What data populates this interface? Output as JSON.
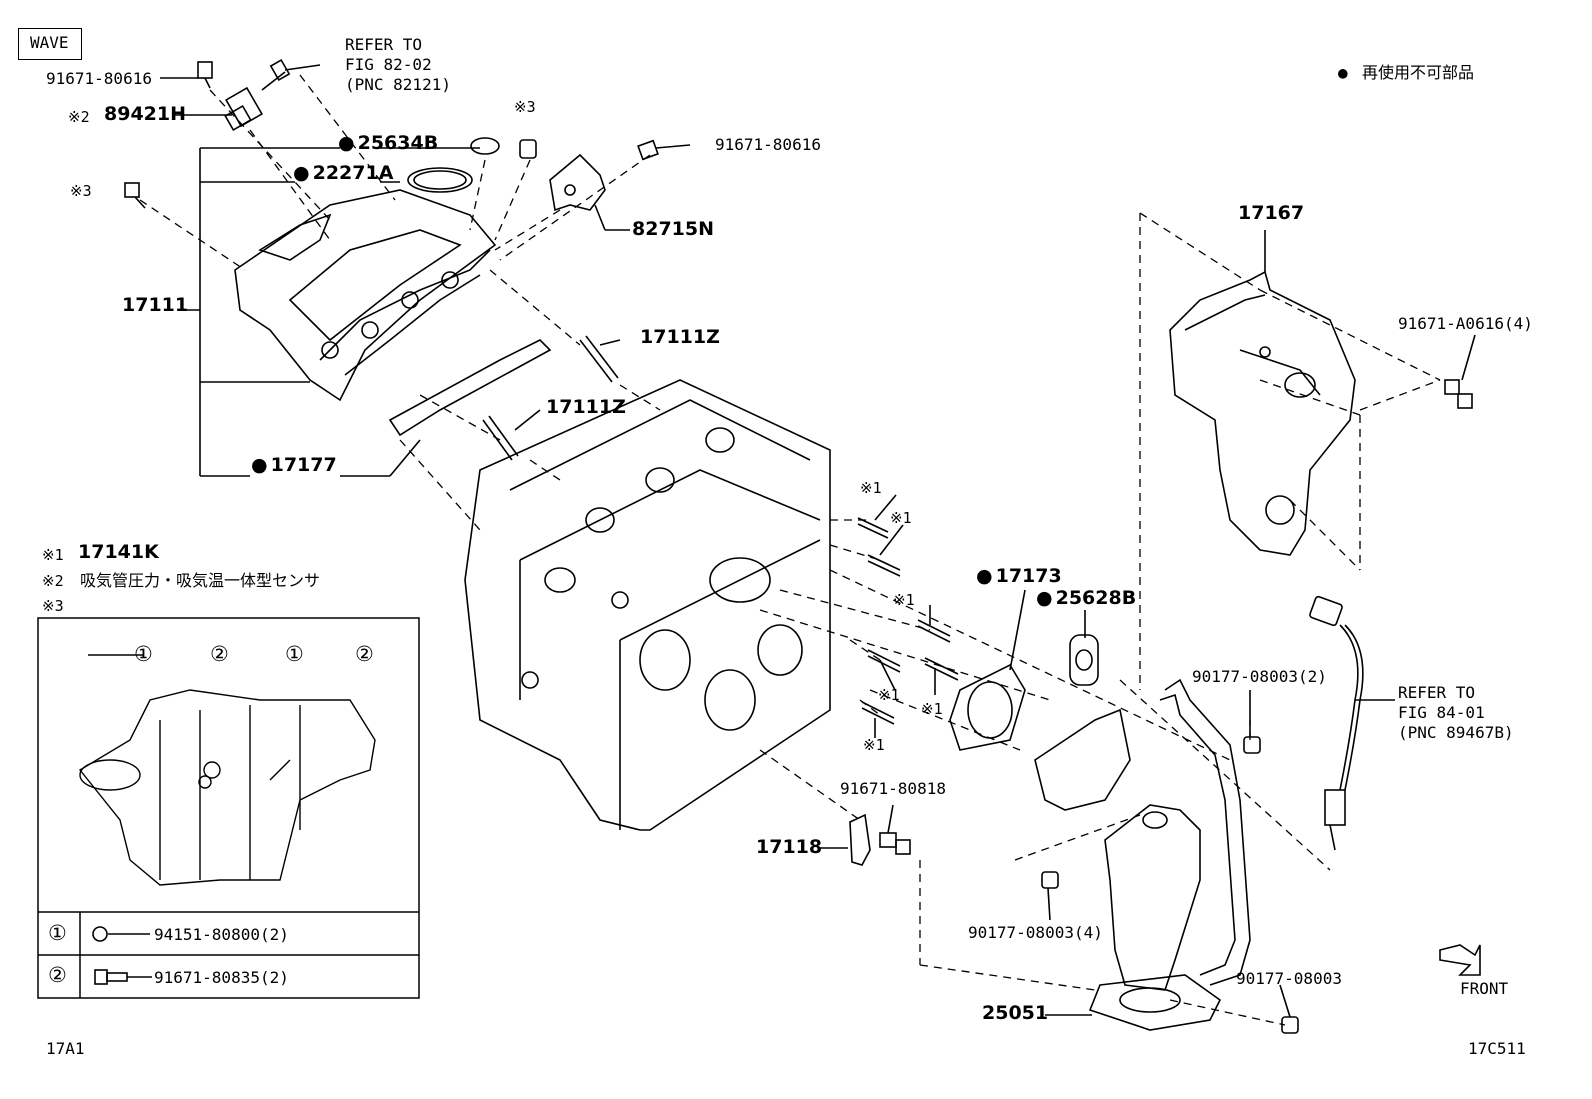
{
  "tag": "WAVE",
  "legend": {
    "marker": "●",
    "text": "再使用不可部品"
  },
  "refs": [
    {
      "lines": [
        "REFER TO",
        "FIG 82-02",
        "(PNC 82121)"
      ]
    },
    {
      "lines": [
        "REFER TO",
        "FIG 84-01",
        "(PNC 89467B)"
      ]
    }
  ],
  "parts": {
    "p91671_80616_a": "91671-80616",
    "p89421H": "89421H",
    "p25634B": "25634B",
    "p22271A": "22271A",
    "p91671_80616_b": "91671-80616",
    "p82715N": "82715N",
    "p17111": "17111",
    "p17111Z_a": "17111Z",
    "p17111Z_b": "17111Z",
    "p17177": "17177",
    "p17167": "17167",
    "p91671_A0616": "91671-A0616(4)",
    "p17173": "17173",
    "p25628B": "25628B",
    "p90177_08003_2": "90177-08003(2)",
    "p91671_80818": "91671-80818",
    "p17118": "17118",
    "p90177_08003_4": "90177-08003(4)",
    "p90177_08003": "90177-08003",
    "p25051": "25051"
  },
  "marks": {
    "m1": "※1",
    "m2": "※2",
    "m3": "※3"
  },
  "notes": {
    "n1_mark": "※1",
    "n1_text": "17141K",
    "n2_mark": "※2",
    "n2_text": "吸気管圧力・吸気温一体型センサ",
    "n3_mark": "※3"
  },
  "inset": {
    "circle1": "①",
    "circle2": "②",
    "row1_part": "94151-80800(2)",
    "row2_part": "91671-80835(2)"
  },
  "front": "FRONT",
  "footer_left": "17A1",
  "footer_right": "17C511"
}
